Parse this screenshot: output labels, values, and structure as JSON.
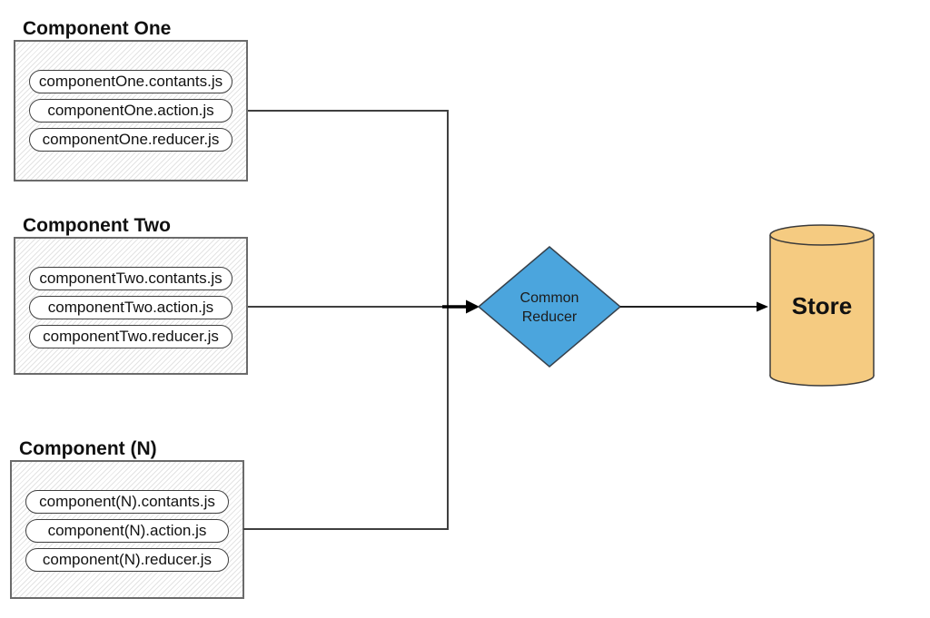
{
  "components": [
    {
      "title": "Component One",
      "files": [
        "componentOne.contants.js",
        "componentOne.action.js",
        "componentOne.reducer.js"
      ]
    },
    {
      "title": "Component Two",
      "files": [
        "componentTwo.contants.js",
        "componentTwo.action.js",
        "componentTwo.reducer.js"
      ]
    },
    {
      "title": "Component (N)",
      "files": [
        "component(N).contants.js",
        "component(N).action.js",
        "component(N).reducer.js"
      ]
    }
  ],
  "nodes": {
    "reducer": {
      "label": "Common Reducer",
      "shape": "diamond",
      "fill": "#4BA5DD"
    },
    "store": {
      "label": "Store",
      "shape": "cylinder",
      "fill": "#F5CB81"
    }
  },
  "connectors": {
    "line_color": "#3f3f3f",
    "arrow_color": "#000000"
  }
}
